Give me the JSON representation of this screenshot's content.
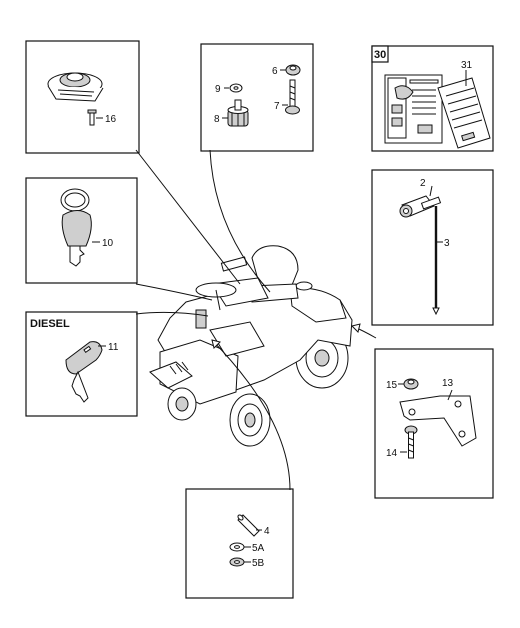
{
  "labels": {
    "diesel": "DIESEL",
    "box30": "30"
  },
  "callouts": {
    "c2": "2",
    "c3": "3",
    "c4": "4",
    "c5a": "5A",
    "c5b": "5B",
    "c6": "6",
    "c7": "7",
    "c8": "8",
    "c9": "9",
    "c10": "10",
    "c11": "11",
    "c13": "13",
    "c14": "14",
    "c15": "15",
    "c16": "16",
    "c31": "31"
  }
}
